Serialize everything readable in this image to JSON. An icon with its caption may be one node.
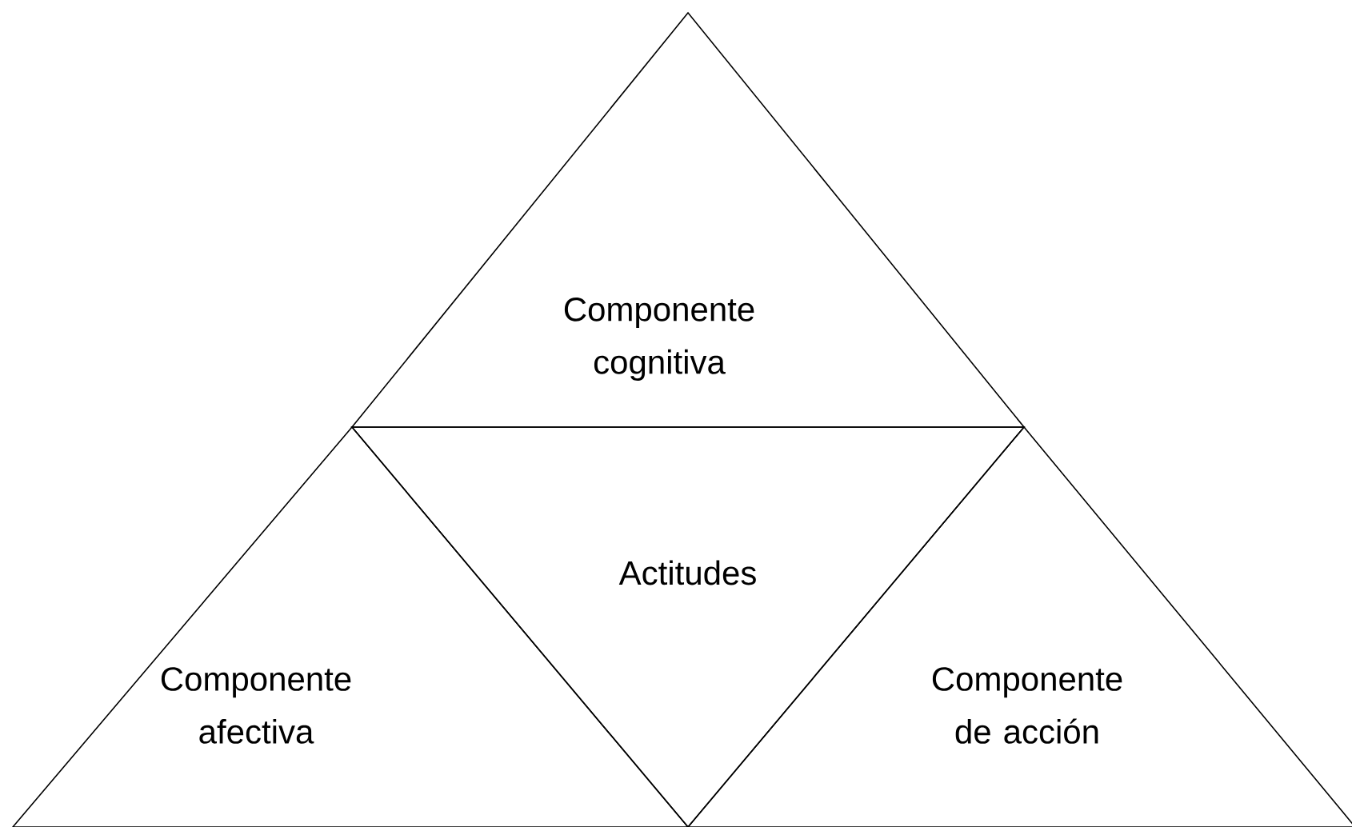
{
  "diagram": {
    "nodes": [
      {
        "text": [
          "Componente cognitiva"
        ]
      },
      {
        "text": [
          "Actitudes"
        ]
      },
      {
        "text": [
          "Componente afectiva"
        ]
      },
      {
        "text": [
          "Componente de acción"
        ]
      }
    ]
  }
}
